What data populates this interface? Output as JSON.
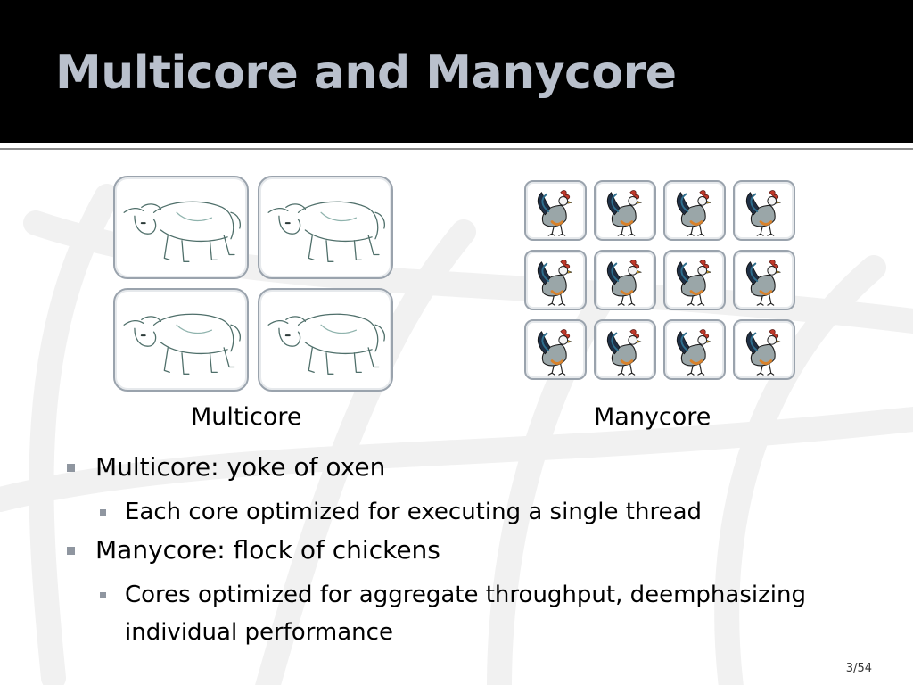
{
  "slide": {
    "title": "Multicore and Manycore",
    "captions": {
      "multicore": "Multicore",
      "manycore": "Manycore"
    },
    "bullets": [
      {
        "level": 1,
        "text": "Multicore: yoke of oxen"
      },
      {
        "level": 2,
        "text": "Each core optimized for executing a single thread"
      },
      {
        "level": 1,
        "text": "Manycore: flock of chickens"
      },
      {
        "level": 2,
        "text": "Cores optimized for aggregate throughput, deemphasizing"
      },
      {
        "level": 2,
        "text": "individual performance"
      }
    ],
    "page_number": "3/54"
  },
  "icons": {
    "ox": "ox-icon",
    "chicken": "chicken-icon"
  },
  "colors": {
    "header_bg": "#000000",
    "title": "#b9c0cc",
    "tile_border": "#9aa3ad",
    "bullet": "#8f96a0"
  }
}
